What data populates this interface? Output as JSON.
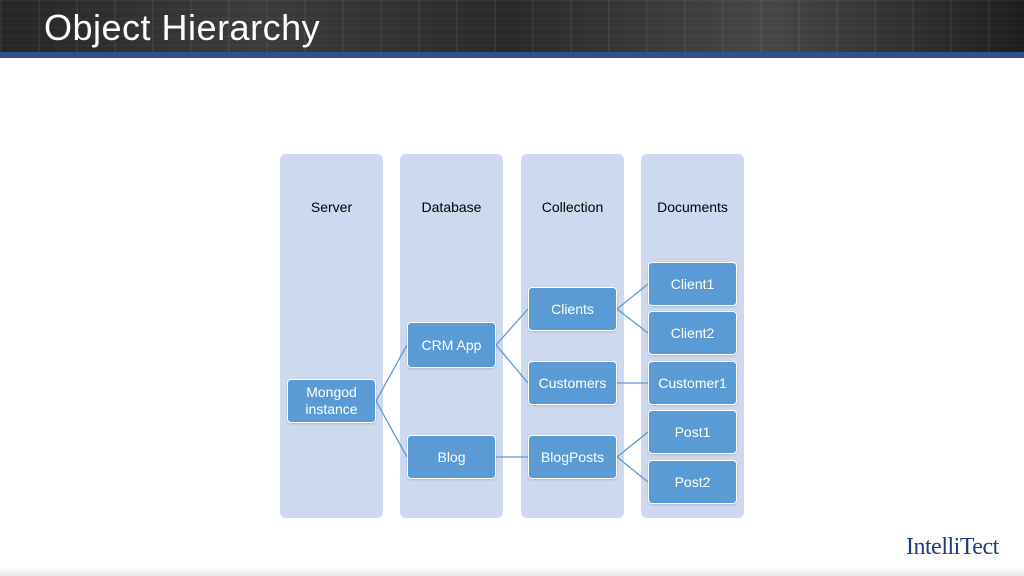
{
  "slide": {
    "title": "Object Hierarchy",
    "logo_text": "IntelliTect"
  },
  "columns": [
    {
      "label": "Server"
    },
    {
      "label": "Database"
    },
    {
      "label": "Collection"
    },
    {
      "label": "Documents"
    }
  ],
  "nodes": {
    "mongod": "Mongod instance",
    "crm_app": "CRM App",
    "blog": "Blog",
    "clients": "Clients",
    "customers": "Customers",
    "blogposts": "BlogPosts",
    "client1": "Client1",
    "client2": "Client2",
    "customer1": "Customer1",
    "post1": "Post1",
    "post2": "Post2"
  },
  "edges": [
    [
      "mongod",
      "crm_app"
    ],
    [
      "mongod",
      "blog"
    ],
    [
      "crm_app",
      "clients"
    ],
    [
      "crm_app",
      "customers"
    ],
    [
      "blog",
      "blogposts"
    ],
    [
      "clients",
      "client1"
    ],
    [
      "clients",
      "client2"
    ],
    [
      "customers",
      "customer1"
    ],
    [
      "blogposts",
      "post1"
    ],
    [
      "blogposts",
      "post2"
    ]
  ],
  "colors": {
    "node_fill": "#5b9bd5",
    "column_fill": "#cdd9ee",
    "header_stripe": "#2f528f",
    "connector": "#5b9bd5"
  }
}
